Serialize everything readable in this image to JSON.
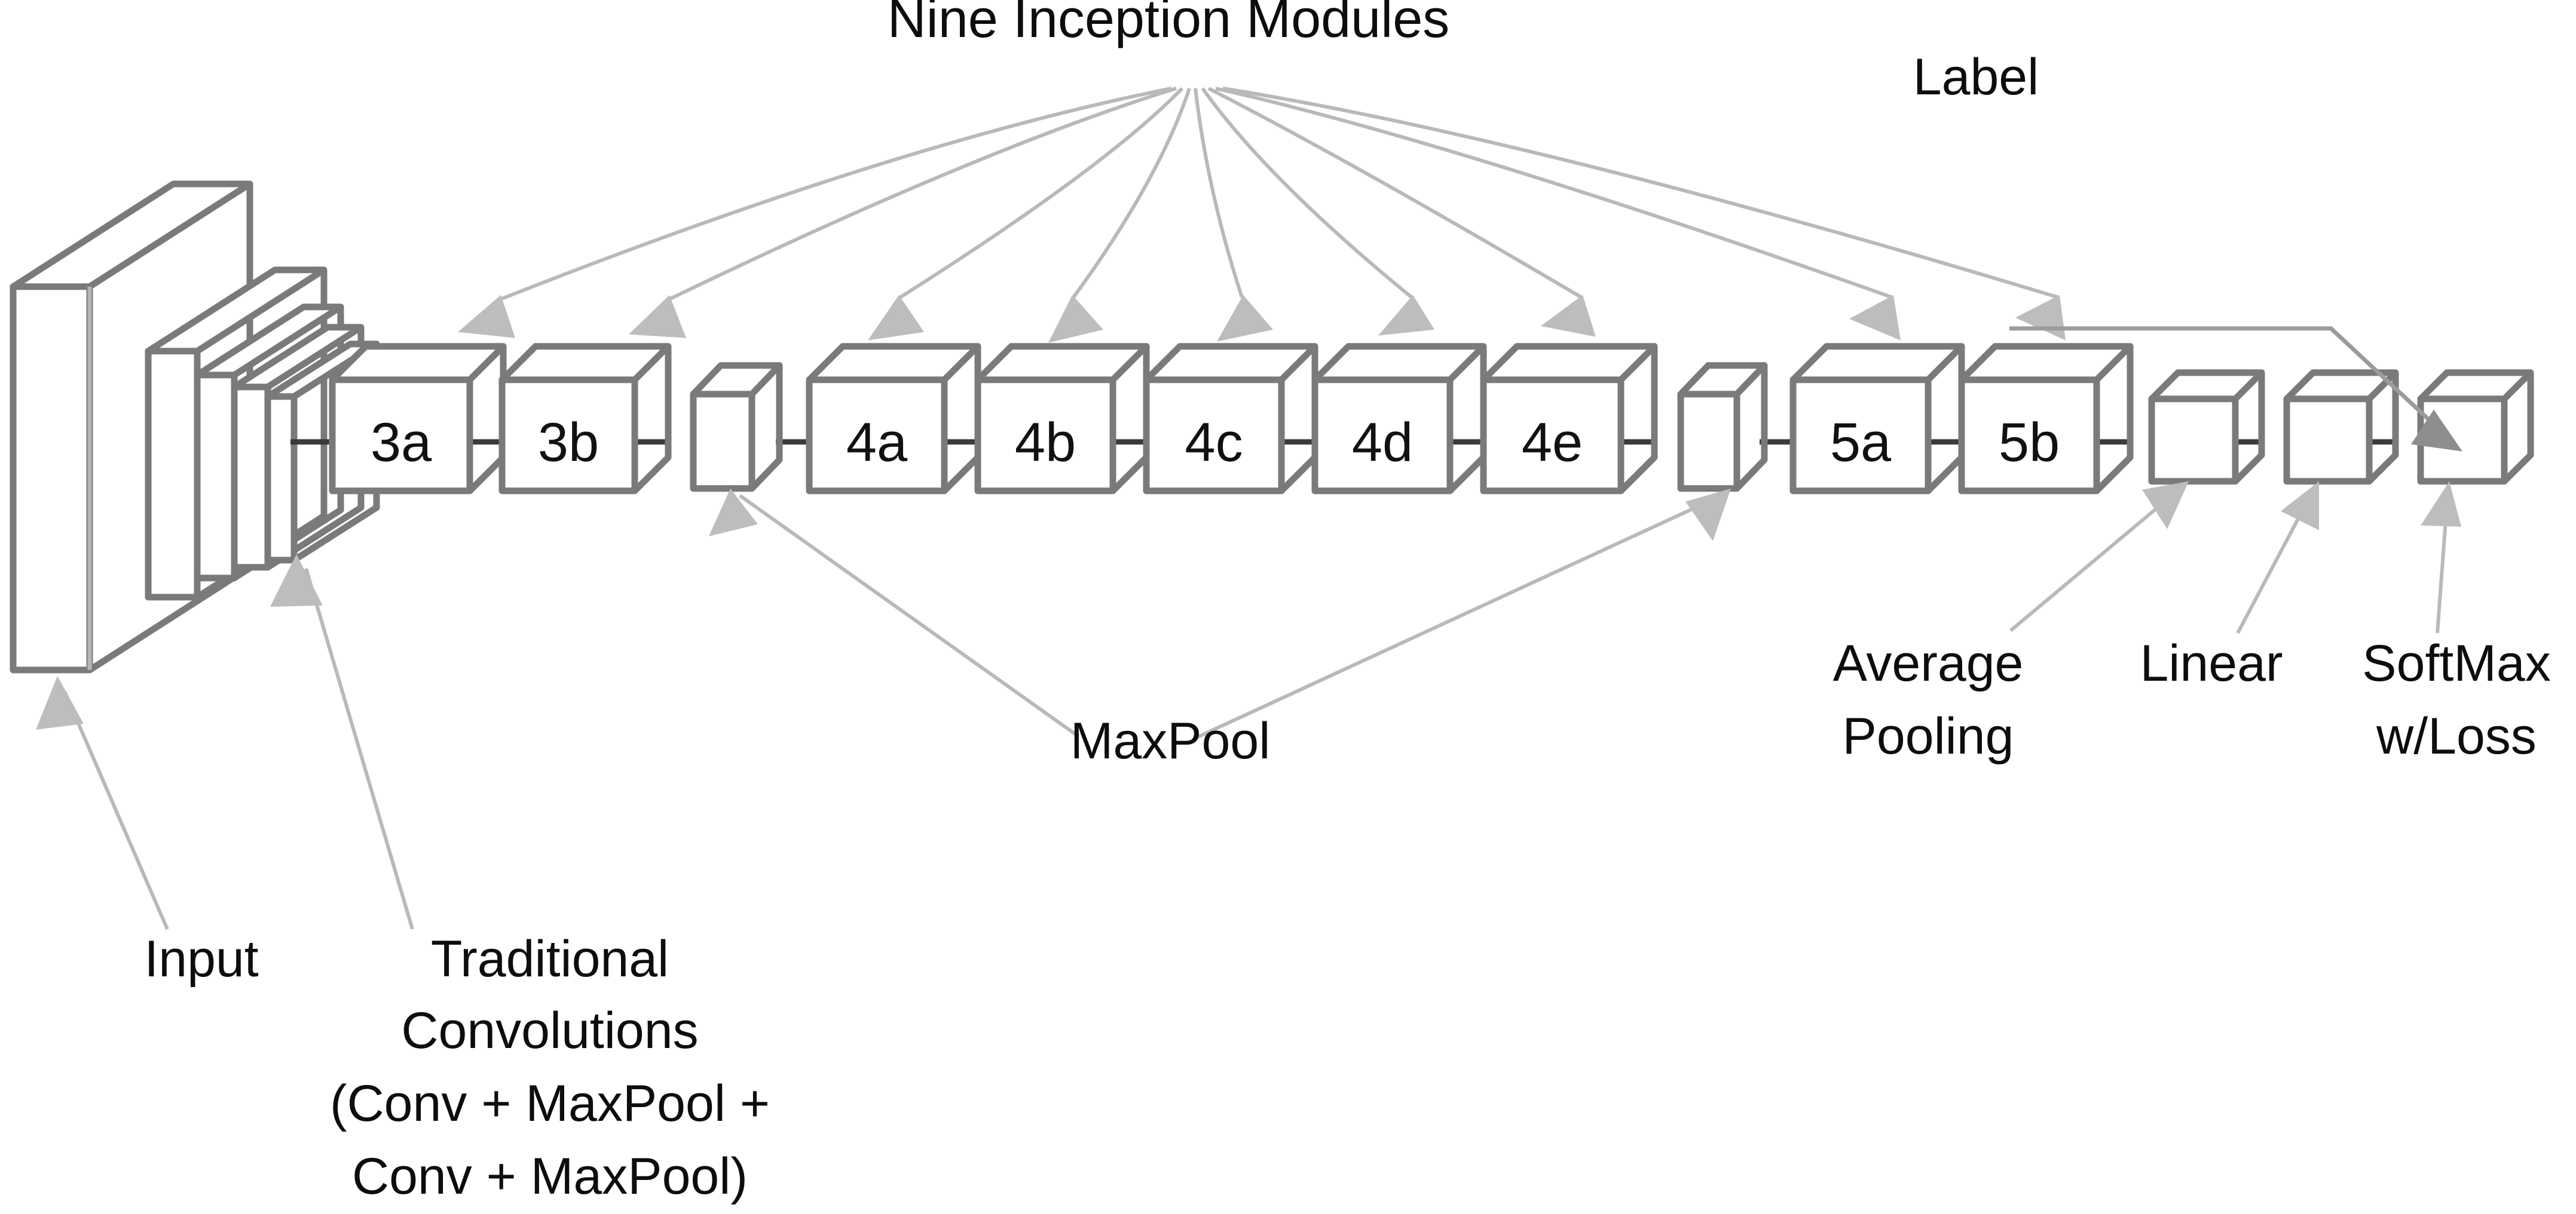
{
  "figure": {
    "title": "GoogLeNet architecture diagram",
    "background_color": "#ffffff",
    "stroke_color": "#7a7a7a",
    "leader_color": "#b9b9b9",
    "text_color": "#0d0d0d"
  },
  "annotations": {
    "top_title": "Nine Inception Modules",
    "label_top_right": "Label",
    "maxpool": "MaxPool",
    "input": "Input",
    "traditional_convolutions": {
      "line1": "Traditional",
      "line2": "Convolutions",
      "line3": "(Conv + MaxPool +",
      "line4": "Conv + MaxPool)"
    },
    "average_pooling": {
      "line1": "Average",
      "line2": "Pooling"
    },
    "linear": "Linear",
    "softmax": {
      "line1": "SoftMax",
      "line2": "w/Loss"
    }
  },
  "blocks": [
    {
      "id": "input-slab",
      "label": "",
      "kind": "slab",
      "labelled": false
    },
    {
      "id": "conv-slab-1",
      "label": "",
      "kind": "slab",
      "labelled": false
    },
    {
      "id": "conv-slab-2",
      "label": "",
      "kind": "slab",
      "labelled": false
    },
    {
      "id": "conv-slab-3",
      "label": "",
      "kind": "slab",
      "labelled": false
    },
    {
      "id": "conv-slab-4",
      "label": "",
      "kind": "slab",
      "labelled": false
    },
    {
      "id": "inception-3a",
      "label": "3a",
      "kind": "cube",
      "labelled": true
    },
    {
      "id": "inception-3b",
      "label": "3b",
      "kind": "cube",
      "labelled": true
    },
    {
      "id": "maxpool-1",
      "label": "",
      "kind": "thin",
      "labelled": false
    },
    {
      "id": "inception-4a",
      "label": "4a",
      "kind": "cube",
      "labelled": true
    },
    {
      "id": "inception-4b",
      "label": "4b",
      "kind": "cube",
      "labelled": true
    },
    {
      "id": "inception-4c",
      "label": "4c",
      "kind": "cube",
      "labelled": true
    },
    {
      "id": "inception-4d",
      "label": "4d",
      "kind": "cube",
      "labelled": true
    },
    {
      "id": "inception-4e",
      "label": "4e",
      "kind": "cube",
      "labelled": true
    },
    {
      "id": "maxpool-2",
      "label": "",
      "kind": "thin",
      "labelled": false
    },
    {
      "id": "inception-5a",
      "label": "5a",
      "kind": "cube",
      "labelled": true
    },
    {
      "id": "inception-5b",
      "label": "5b",
      "kind": "cube",
      "labelled": true
    },
    {
      "id": "avgpool",
      "label": "",
      "kind": "small",
      "labelled": false
    },
    {
      "id": "linear",
      "label": "",
      "kind": "small",
      "labelled": false
    },
    {
      "id": "softmax",
      "label": "",
      "kind": "small",
      "labelled": false
    }
  ],
  "inception_modules": [
    "3a",
    "3b",
    "4a",
    "4b",
    "4c",
    "4d",
    "4e",
    "5a",
    "5b"
  ],
  "inception_module_count": 9
}
